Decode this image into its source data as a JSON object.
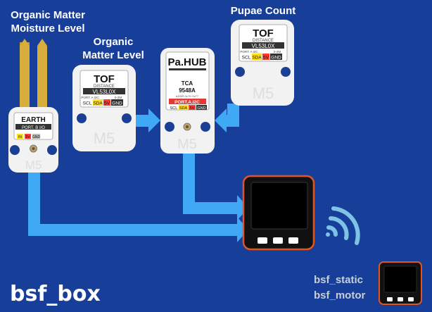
{
  "labels": {
    "organic_matter_moisture": [
      "Organic Matter",
      "Moisture Level"
    ],
    "organic_matter_level": [
      "Organic",
      "Matter Level"
    ],
    "pupae_count": "Pupae Count",
    "bsf_static": "bsf_static",
    "bsf_motor": "bsf_motor",
    "project_title": "bsf_box"
  },
  "modules": {
    "earth": {
      "name": "EARTH",
      "port": "PORT. B  I/O",
      "brand": "M5",
      "pins": [
        "IN",
        "5V",
        "GND"
      ]
    },
    "tof_left": {
      "name": "TOF",
      "sub": "DISTANCE",
      "chip": "VL53L0X",
      "port": "PORT. A  I2C",
      "range": "0-2M",
      "brand": "M5",
      "pins": [
        "SCL",
        "SDA",
        "5V",
        "GND"
      ]
    },
    "pahub": {
      "name": "Pa.HUB",
      "chip": "TCA",
      "chip2": "9548A",
      "addr": "ADDR 0x70~0x77",
      "port": "PORT.A.I2C",
      "brand": "M5",
      "pins": [
        "SCL",
        "SDA",
        "5V",
        "GND"
      ]
    },
    "tof_right": {
      "name": "TOF",
      "sub": "DISTANCE",
      "chip": "VL53L0X",
      "port": "PORT. A  I2C",
      "range": "0-2M",
      "brand": "M5",
      "pins": [
        "SCL",
        "SDA",
        "5V",
        "GND"
      ]
    }
  },
  "colors": {
    "background": "#173f99",
    "connector": "#3fa9f5",
    "wifi": "#7ec3e6",
    "core_border": "#e2551f",
    "module_body": "#f2f2f2"
  },
  "icons": {
    "wifi": "wifi-icon"
  }
}
